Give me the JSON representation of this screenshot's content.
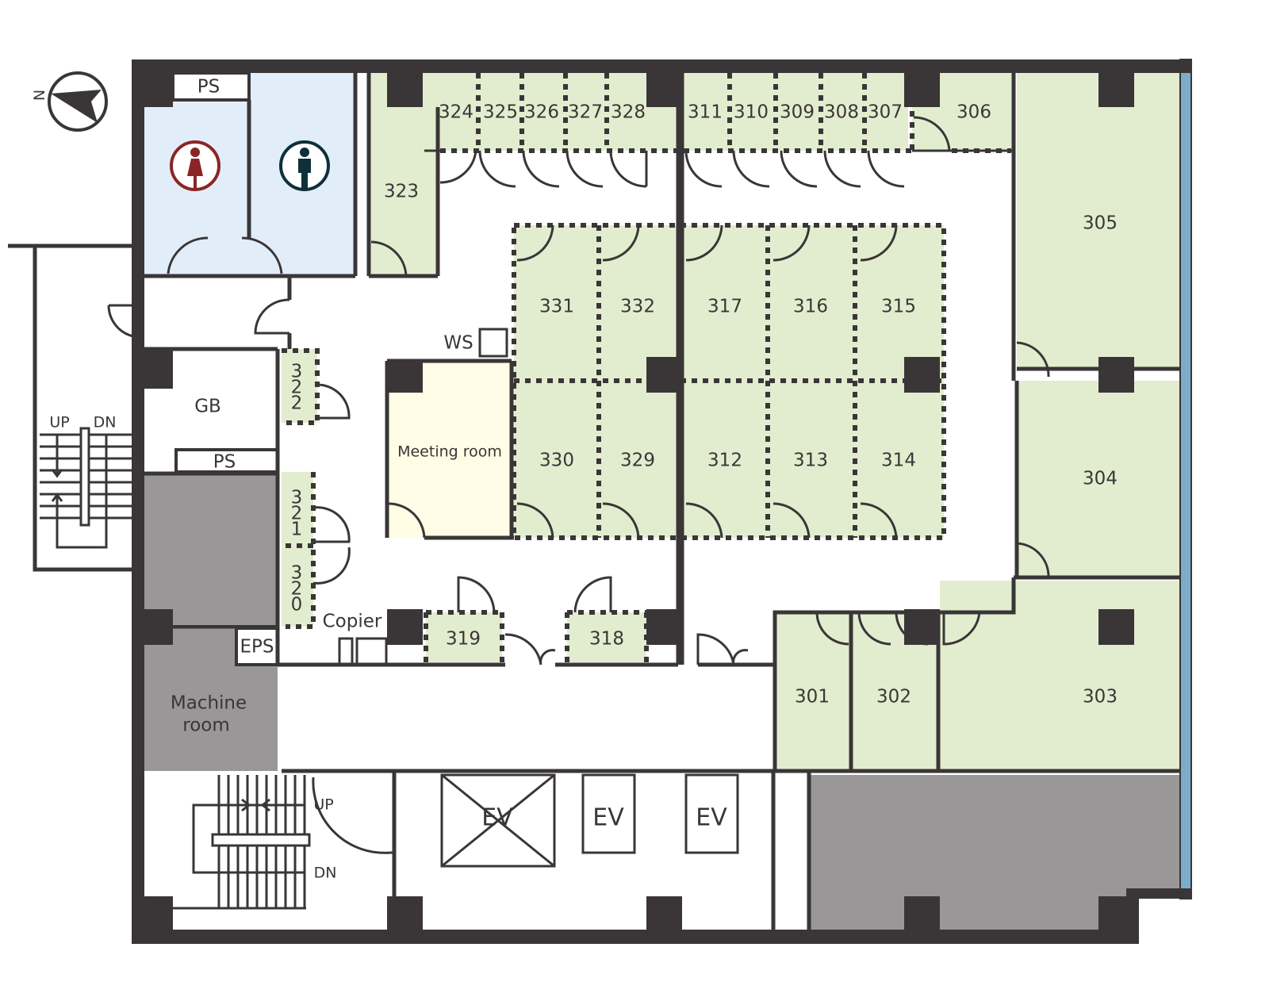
{
  "compass": {
    "label": "N"
  },
  "colors": {
    "wall": "#3a3637",
    "office": "#e2edcf",
    "restroom": "#e1eef9",
    "meeting": "#fffde6",
    "service": "#999798",
    "window": "#7aaccc",
    "female": "#8b2525",
    "male": "#0f3038"
  },
  "restrooms": {
    "female_icon": "female-restroom-icon",
    "male_icon": "male-restroom-icon"
  },
  "service": {
    "ps_top": "PS",
    "gb": "GB",
    "ps_mid": "PS",
    "eps": "EPS",
    "machine_room_1": "Machine",
    "machine_room_2": "room",
    "ws": "WS",
    "copier": "Copier",
    "ev1": "EV",
    "ev2": "EV",
    "ev3": "EV",
    "stair_left_up": "UP",
    "stair_left_dn": "DN",
    "stair_bottom_up": "UP",
    "stair_bottom_dn": "DN"
  },
  "rooms": {
    "r324": "324",
    "r325": "325",
    "r326": "326",
    "r327": "327",
    "r328": "328",
    "r311": "311",
    "r310": "310",
    "r309": "309",
    "r308": "308",
    "r307": "307",
    "r306": "306",
    "r305": "305",
    "r304": "304",
    "r303": "303",
    "r302": "302",
    "r301": "301",
    "r323": "323",
    "r331": "331",
    "r332": "332",
    "r317": "317",
    "r316": "316",
    "r315": "315",
    "r330": "330",
    "r329": "329",
    "r312": "312",
    "r313": "313",
    "r314": "314",
    "r319": "319",
    "r318": "318",
    "r322": [
      "3",
      "2",
      "2"
    ],
    "r321": [
      "3",
      "2",
      "1"
    ],
    "r320": [
      "3",
      "2",
      "0"
    ],
    "meeting": "Meeting room"
  }
}
